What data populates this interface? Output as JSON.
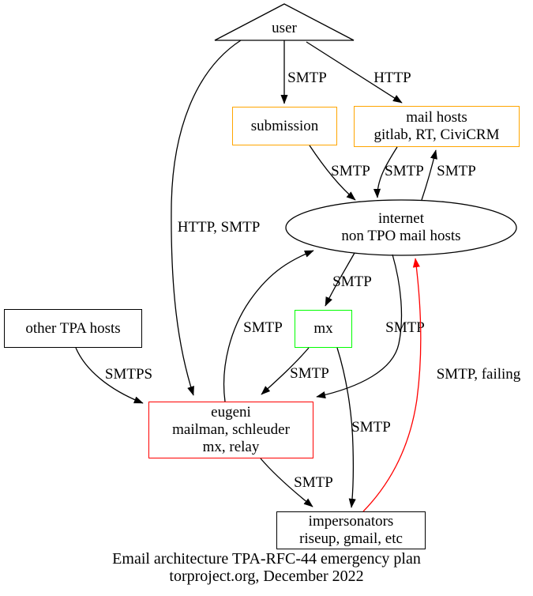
{
  "diagram": {
    "caption_line1": "Email architecture TPA-RFC-44 emergency plan",
    "caption_line2": "torproject.org, December 2022"
  },
  "colors": {
    "background": "#ffffff",
    "edge": "#000000",
    "node_default": "#000000",
    "mail_accent": "#ffa500",
    "mx_accent": "#00ff00",
    "eugeni_accent": "#ff0000",
    "failing_edge": "#ff0000"
  },
  "nodes": {
    "user": {
      "label": "user",
      "shape": "triangle"
    },
    "submission": {
      "label": "submission"
    },
    "mail_hosts": {
      "line1": "mail hosts",
      "line2": "gitlab, RT, CiviCRM"
    },
    "internet": {
      "line1": "internet",
      "line2": "non TPO mail hosts",
      "shape": "ellipse"
    },
    "other_tpa_hosts": {
      "label": "other TPA hosts"
    },
    "mx": {
      "label": "mx"
    },
    "eugeni": {
      "line1": "eugeni",
      "line2": "mailman, schleuder",
      "line3": "mx, relay"
    },
    "impersonators": {
      "line1": "impersonators",
      "line2": "riseup, gmail, etc"
    }
  },
  "edge_labels": {
    "user_submission": "SMTP",
    "user_mail_hosts": "HTTP",
    "submission_internet": "SMTP",
    "mail_hosts_internet": "SMTP",
    "internet_mail_hosts": "SMTP",
    "user_eugeni": "HTTP, SMTP",
    "internet_mx": "SMTP",
    "eugeni_internet": "SMTP",
    "internet_eugeni": "SMTP",
    "other_tpa_eugeni": "SMTPS",
    "mx_eugeni": "SMTP",
    "impersonators_internet": "SMTP, failing",
    "mx_impersonators": "SMTP",
    "eugeni_impersonators": "SMTP"
  }
}
